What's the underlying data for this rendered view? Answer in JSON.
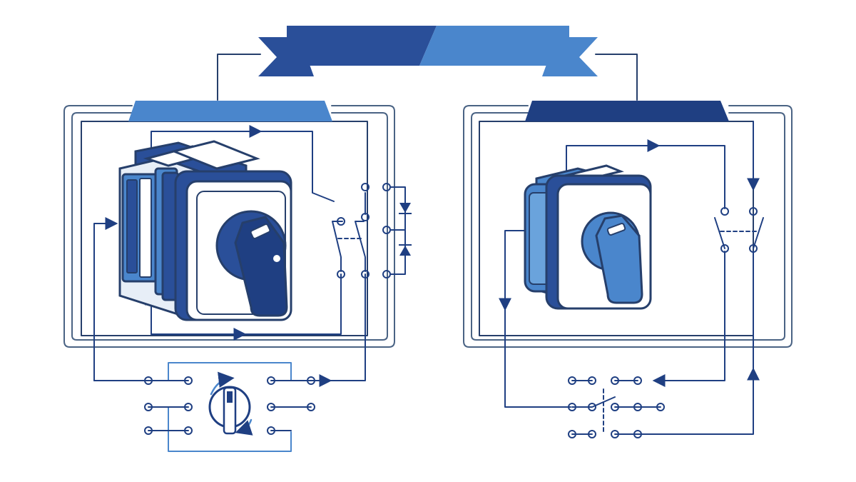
{
  "diagram": {
    "palette": {
      "navy": "#1f3f82",
      "dark_blue": "#2a4f99",
      "blue": "#4a86cc",
      "light_blue": "#6aa3dc",
      "pale": "#e7eef7",
      "outline": "#263f6b",
      "frame_gray": "#4a6384",
      "white": "#ffffff"
    },
    "components": {
      "title_banner": {
        "text": "",
        "icon": "ribbon-banner"
      },
      "left_panel": {
        "header_tab": "blue-trapezoid-tab",
        "device": "multi-section-rotary-cam-switch",
        "knob": "rotary-knob-icon",
        "contacts": "double-pole-switch-symbol",
        "diodes": "diode-symbol-pair",
        "selector_symbol": "rotary-selector-symbol"
      },
      "right_panel": {
        "header_tab": "navy-trapezoid-tab",
        "device": "single-section-rotary-cam-switch",
        "knob": "rotary-knob-icon",
        "contacts": "double-pole-switch-symbol",
        "bottom_contacts": "ganged-contact-rows"
      }
    }
  }
}
